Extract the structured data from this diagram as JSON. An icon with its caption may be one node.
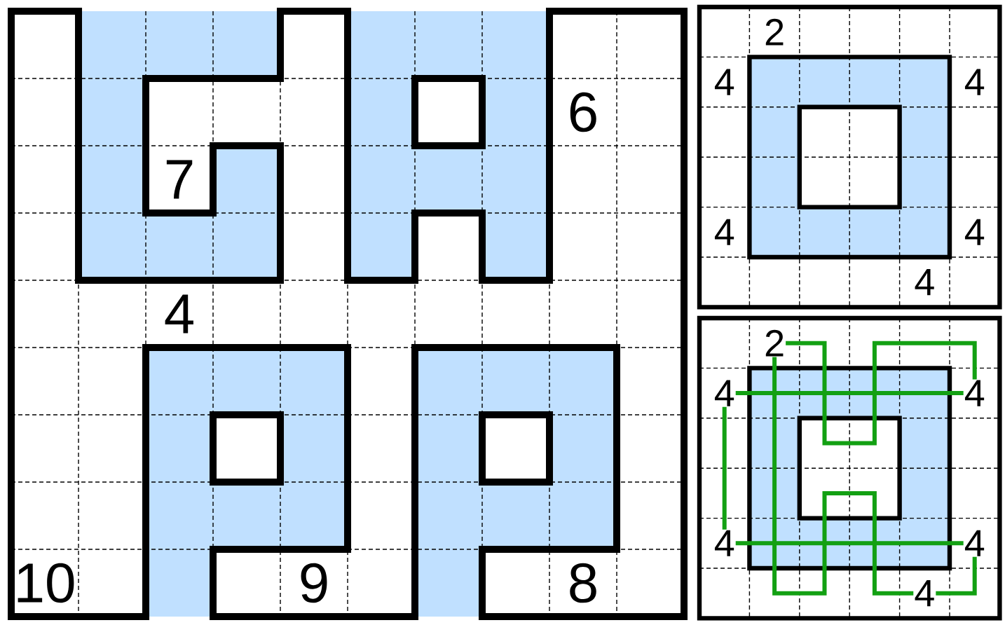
{
  "diagram": {
    "labels": [
      "6",
      "7",
      "4",
      "10",
      "9",
      "8",
      "2",
      "4",
      "4",
      "4",
      "4",
      "4",
      "2",
      "4",
      "4",
      "4",
      "4",
      "4"
    ]
  }
}
